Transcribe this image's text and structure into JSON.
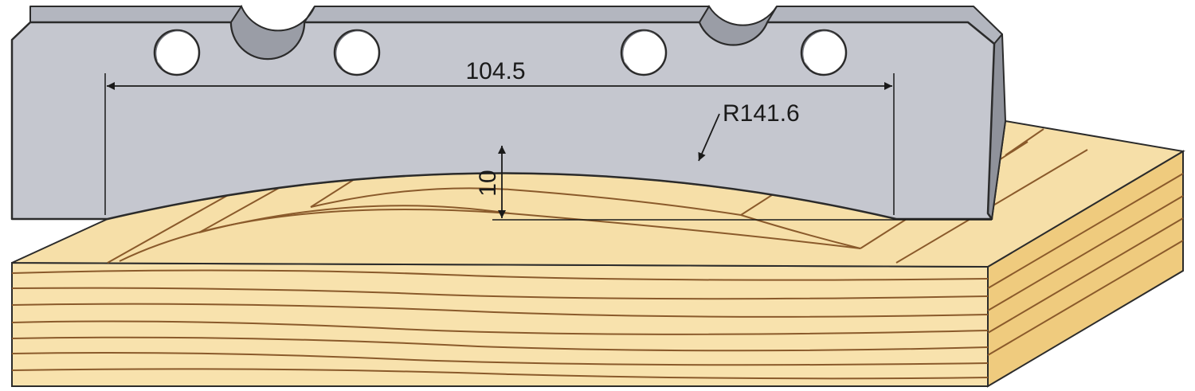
{
  "dimensions": {
    "width_label": "104.5",
    "radius_label": "R141.6",
    "depth_label": "10"
  },
  "colors": {
    "blade_fill": "#c5c7cf",
    "blade_top": "#b3b6bf",
    "blade_edge": "#8f929b",
    "outline": "#2b2b2b",
    "hole_fill": "#6e7079",
    "wood_top": "#f6dfa8",
    "wood_front": "#f8e2ad",
    "wood_side": "#efcb7e",
    "grain": "#8a5a2b",
    "dim_line": "#1a1a1a"
  }
}
